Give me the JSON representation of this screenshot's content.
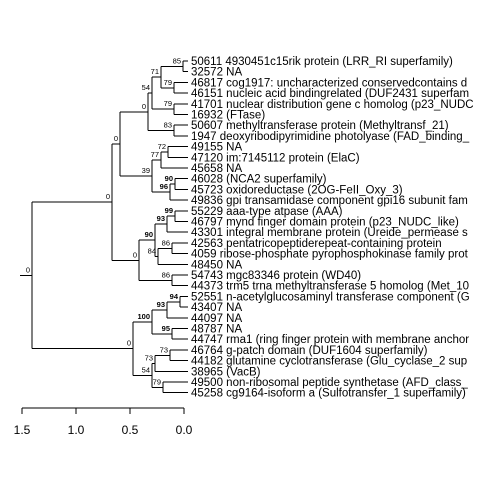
{
  "leaves": [
    {
      "id": "50611",
      "desc": "4930451c15rik protein (LRR_RI superfamily)"
    },
    {
      "id": "32572",
      "desc": "NA"
    },
    {
      "id": "46817",
      "desc": "cog1917: uncharacterized conservedcontains d"
    },
    {
      "id": "46151",
      "desc": "nucleic acid bindingrelated (DUF2431 superfam"
    },
    {
      "id": "41701",
      "desc": "nuclear distribution gene c homolog (p23_NUDC"
    },
    {
      "id": "16932",
      "desc": "(FTase)"
    },
    {
      "id": "50607",
      "desc": "methyltransferase protein (Methyltransf_21)"
    },
    {
      "id": "1947",
      "desc": "deoxyribodipyrimidine photolyase (FAD_binding_"
    },
    {
      "id": "49155",
      "desc": "NA"
    },
    {
      "id": "47120",
      "desc": "im:7145112 protein (ElaC)"
    },
    {
      "id": "45658",
      "desc": "NA"
    },
    {
      "id": "46028",
      "desc": "(NCA2 superfamily)"
    },
    {
      "id": "45723",
      "desc": "oxidoreductase (2OG-FeII_Oxy_3)"
    },
    {
      "id": "49836",
      "desc": "gpi transamidase component gpi16 subunit fam"
    },
    {
      "id": "55229",
      "desc": "aaa-type atpase (AAA)"
    },
    {
      "id": "46797",
      "desc": "mynd finger domain protein (p23_NUDC_like)"
    },
    {
      "id": "43301",
      "desc": "integral membrane protein (Ureide_permease s"
    },
    {
      "id": "42563",
      "desc": "pentatricopeptiderepeat-containing protein"
    },
    {
      "id": "4059",
      "desc": "ribose-phosphate pyrophosphokinase family prot"
    },
    {
      "id": "48450",
      "desc": "NA"
    },
    {
      "id": "54743",
      "desc": "mgc83346 protein (WD40)"
    },
    {
      "id": "44373",
      "desc": "trm5 trna methyltransferase 5 homolog (Met_10"
    },
    {
      "id": "52551",
      "desc": "n-acetylglucosaminyl transferase component (G"
    },
    {
      "id": "43407",
      "desc": "NA"
    },
    {
      "id": "44097",
      "desc": "NA"
    },
    {
      "id": "48787",
      "desc": "NA"
    },
    {
      "id": "44747",
      "desc": "rma1 (ring finger protein with membrane anchor"
    },
    {
      "id": "46764",
      "desc": "g-patch domain (DUF1604 superfamily)"
    },
    {
      "id": "44182",
      "desc": "glutamine cyclotransferase (Glu_cyclase_2 sup"
    },
    {
      "id": "38965",
      "desc": "(VacB)"
    },
    {
      "id": "49500",
      "desc": "non-ribosomal peptide synthetase (AFD_class_"
    },
    {
      "id": "45258",
      "desc": "cg9164-isoform a (Sulfotransfer_1 superfamily)"
    }
  ],
  "support_values": [
    {
      "text": "85",
      "bold": false
    },
    {
      "text": "71",
      "bold": false
    },
    {
      "text": "79",
      "bold": false
    },
    {
      "text": "54",
      "bold": false
    },
    {
      "text": "79",
      "bold": false
    },
    {
      "text": "0",
      "bold": false
    },
    {
      "text": "83",
      "bold": false
    },
    {
      "text": "0",
      "bold": false
    },
    {
      "text": "72",
      "bold": false
    },
    {
      "text": "77",
      "bold": false
    },
    {
      "text": "39",
      "bold": false
    },
    {
      "text": "90",
      "bold": true
    },
    {
      "text": "96",
      "bold": true
    },
    {
      "text": "0",
      "bold": false
    },
    {
      "text": "0",
      "bold": false
    },
    {
      "text": "99",
      "bold": true
    },
    {
      "text": "93",
      "bold": true
    },
    {
      "text": "90",
      "bold": true
    },
    {
      "text": "86",
      "bold": false
    },
    {
      "text": "84",
      "bold": false
    },
    {
      "text": "0",
      "bold": false
    },
    {
      "text": "86",
      "bold": false
    },
    {
      "text": "0",
      "bold": false
    },
    {
      "text": "94",
      "bold": true
    },
    {
      "text": "93",
      "bold": true
    },
    {
      "text": "100",
      "bold": true
    },
    {
      "text": "95",
      "bold": true
    },
    {
      "text": "0",
      "bold": false
    },
    {
      "text": "73",
      "bold": false
    },
    {
      "text": "73",
      "bold": false
    },
    {
      "text": "54",
      "bold": false
    },
    {
      "text": "79",
      "bold": false
    }
  ],
  "scale_axis": {
    "ticks": [
      1.5,
      1.0,
      0.5,
      0.0
    ],
    "tick_labels": [
      "1.5",
      "1.0",
      "0.5",
      "0.0"
    ]
  }
}
